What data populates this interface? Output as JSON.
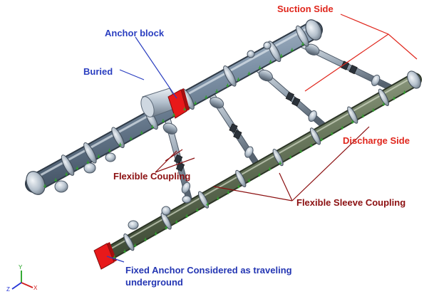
{
  "labels": {
    "suction_side": "Suction Side",
    "anchor_block": "Anchor block",
    "buried": "Buried",
    "discharge_side": "Discharge Side",
    "flexible_coupling": "Flexible Coupling",
    "flexible_sleeve_coupling": "Flexible Sleeve Coupling",
    "fixed_anchor_line1": "Fixed Anchor Considered as traveling",
    "fixed_anchor_line2": "underground"
  },
  "colors": {
    "suction_pipe": "#7f93a8",
    "discharge_pipe": "#6f7d62",
    "anchor": "#e8191a",
    "label_red": "#e0261c",
    "label_navy": "#2a3ec0",
    "label_maroon": "#8b0f10",
    "support_marker": "#2fa12b"
  },
  "axis_triad": {
    "x": "X",
    "y": "Y",
    "z": "Z"
  }
}
